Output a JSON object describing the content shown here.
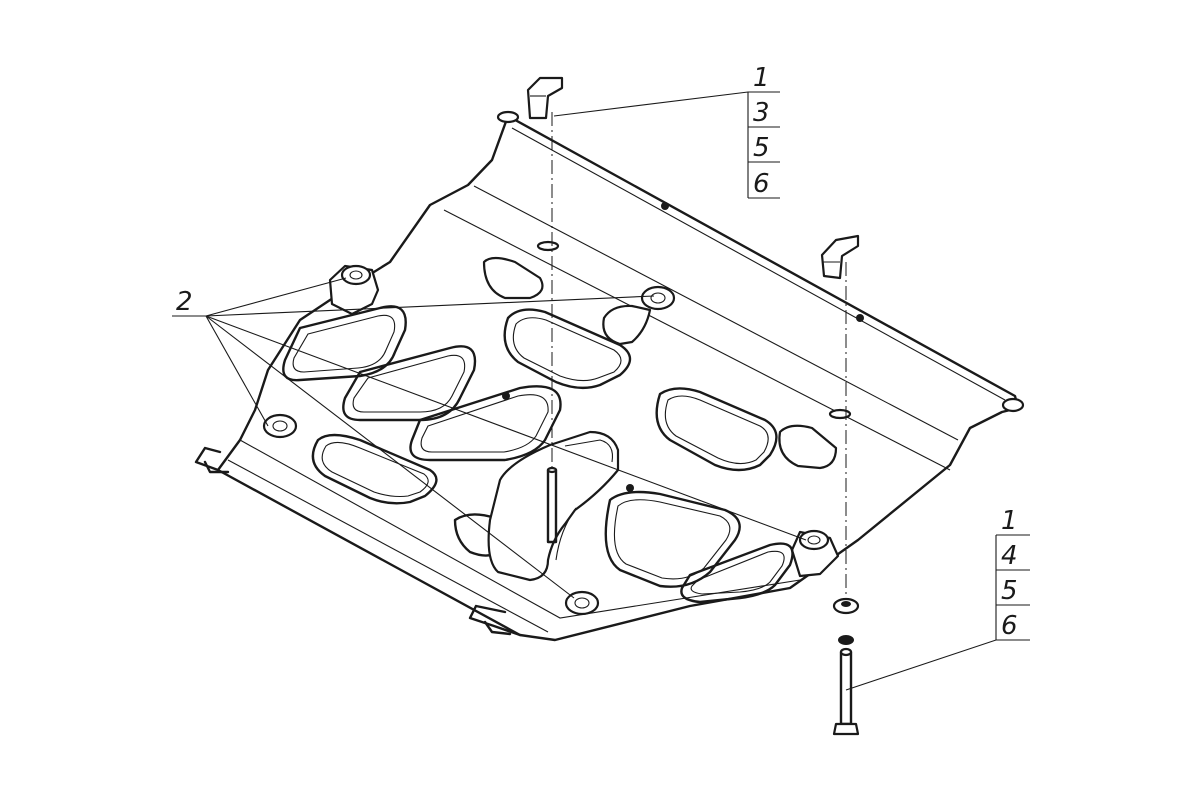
{
  "callouts": {
    "top_stack": [
      "1",
      "3",
      "5",
      "6"
    ],
    "side_label": "2",
    "bottom_stack": [
      "1",
      "4",
      "5",
      "6"
    ]
  },
  "colors": {
    "ink": "#1a1a1a",
    "paper": "#ffffff"
  }
}
